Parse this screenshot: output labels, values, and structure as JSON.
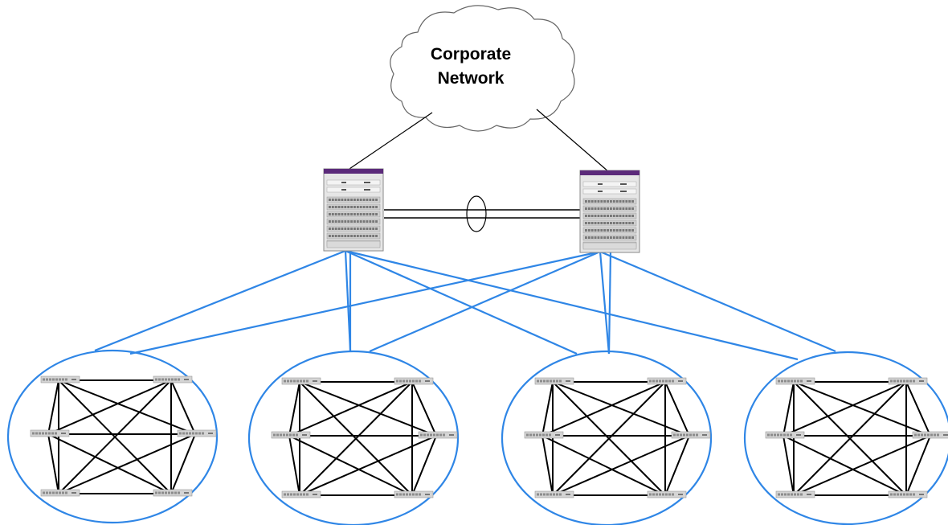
{
  "cloud": {
    "label_line1": "Corporate",
    "label_line2": "Network",
    "icon": "cloud-icon"
  },
  "core_switches": [
    {
      "id": "core-switch-left",
      "icon": "chassis-switch-icon"
    },
    {
      "id": "core-switch-right",
      "icon": "chassis-switch-icon"
    }
  ],
  "interswitch_link": {
    "type": "aggregated",
    "icon": "link-aggregation-ellipse-icon"
  },
  "mesh_clusters": [
    {
      "id": "mesh-cluster-1",
      "switch_count": 6
    },
    {
      "id": "mesh-cluster-2",
      "switch_count": 6
    },
    {
      "id": "mesh-cluster-3",
      "switch_count": 6
    },
    {
      "id": "mesh-cluster-4",
      "switch_count": 6
    }
  ],
  "colors": {
    "uplink": "#2f86e6",
    "mesh_line": "#000000",
    "cluster_outline": "#2f86e6",
    "chassis_top": "#5b2a7a",
    "switch_body": "#d4d4d4"
  }
}
